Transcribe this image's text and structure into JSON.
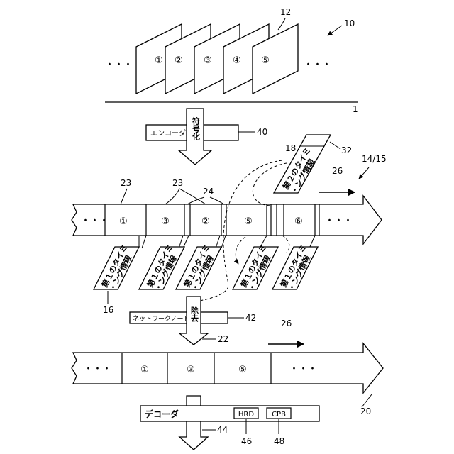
{
  "refs": {
    "r10": "10",
    "r12": "12",
    "r1": "1",
    "r40": "40",
    "r18": "18",
    "r32": "32",
    "r14_15": "14/15",
    "r26_top": "26",
    "r23_left": "23",
    "r23_mid": "23",
    "r24": "24",
    "r16": "16",
    "r42": "42",
    "r22": "22",
    "r26_bottom": "26",
    "r20": "20",
    "r44": "44",
    "r46": "46",
    "r48": "48"
  },
  "ellipsis": "・・・",
  "pictures": [
    "①",
    "②",
    "③",
    "④",
    "⑤"
  ],
  "stream_top": [
    "①",
    "③",
    "②",
    "⑤",
    "⑥"
  ],
  "stream_bottom": [
    "①",
    "③",
    "⑤"
  ],
  "blocks": {
    "encoder": "エンコーダ",
    "encode_arrow": "符号化",
    "network_node": "ネットワークノード",
    "remove_arrow": "除去",
    "decoder": "デコーダ",
    "hrd": "HRD",
    "cpb": "CPB"
  },
  "timing_first_line1": "第１のタイミ",
  "timing_first_line2": "・ング情報",
  "timing_second_line1": "第２のタイミ",
  "timing_second_line2": "・ング情報"
}
